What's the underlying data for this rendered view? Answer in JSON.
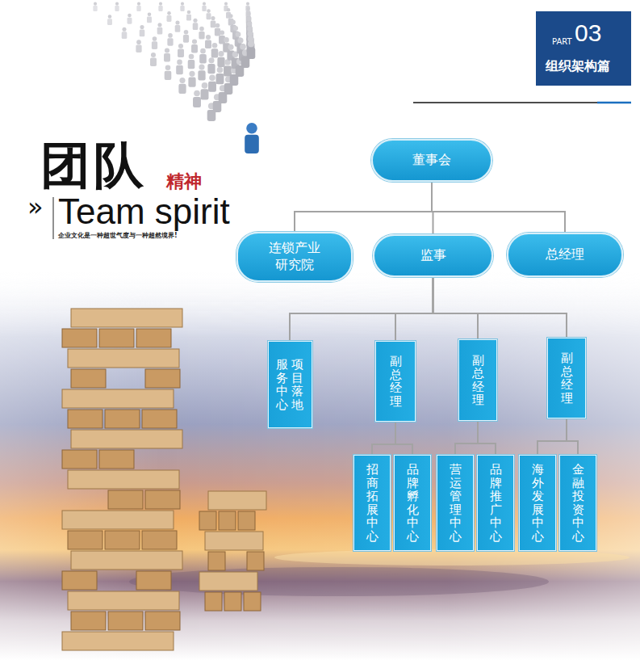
{
  "diagram": {
    "nodes": [
      {
        "text": [
          "董事会"
        ]
      },
      {
        "text": [
          "连锁产业 研究院"
        ]
      },
      {
        "text": [
          "监事"
        ]
      },
      {
        "text": [
          "总经理"
        ]
      },
      {
        "text": [
          "项目落地服务中心"
        ]
      },
      {
        "text": [
          "副总经理"
        ]
      },
      {
        "text": [
          "副总经理"
        ]
      },
      {
        "text": [
          "副总经理"
        ]
      },
      {
        "text": [
          "招商拓展中心"
        ]
      },
      {
        "text": [
          "品牌孵化中心"
        ]
      },
      {
        "text": [
          "营运管理中心"
        ]
      },
      {
        "text": [
          "品牌推广中心"
        ]
      },
      {
        "text": [
          "海外发展中心"
        ]
      },
      {
        "text": [
          "金融投资中心"
        ]
      }
    ],
    "edges": [
      {
        "from": 0,
        "to": 1,
        "arrow": "none"
      },
      {
        "from": 0,
        "to": 2,
        "arrow": "none"
      },
      {
        "from": 0,
        "to": 3,
        "arrow": "none"
      },
      {
        "from": 2,
        "to": 4,
        "arrow": "none"
      },
      {
        "from": 2,
        "to": 5,
        "arrow": "none"
      },
      {
        "from": 2,
        "to": 6,
        "arrow": "none"
      },
      {
        "from": 2,
        "to": 7,
        "arrow": "none"
      },
      {
        "from": 5,
        "to": 8,
        "arrow": "none"
      },
      {
        "from": 5,
        "to": 9,
        "arrow": "none"
      },
      {
        "from": 6,
        "to": 10,
        "arrow": "none"
      },
      {
        "from": 6,
        "to": 11,
        "arrow": "none"
      },
      {
        "from": 7,
        "to": 12,
        "arrow": "none"
      },
      {
        "from": 7,
        "to": 13,
        "arrow": "none"
      }
    ],
    "labels": [
      "PART",
      "03",
      "组织架构篇",
      "团队",
      "精神",
      "»",
      "Team spirit",
      "企业文化是一种超世气度与一种超然境界!"
    ]
  }
}
